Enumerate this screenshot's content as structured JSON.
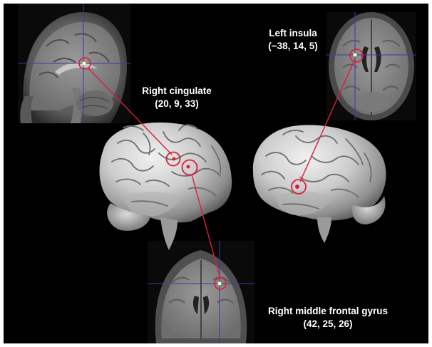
{
  "figure": {
    "regions": [
      {
        "id": "right-cingulate",
        "name": "Right cingulate",
        "coords": "(20, 9, 33)"
      },
      {
        "id": "left-insula",
        "name": "Left insula",
        "coords": "(−38, 14, 5)"
      },
      {
        "id": "right-middle-frontal-gyrus",
        "name": "Right middle frontal gyrus",
        "coords": "(42, 25, 26)"
      }
    ],
    "colors": {
      "background": "#000000",
      "highlight": "#d81f3a",
      "crosshair": "#3a3aa8",
      "brain": "#cfcfcf"
    }
  }
}
